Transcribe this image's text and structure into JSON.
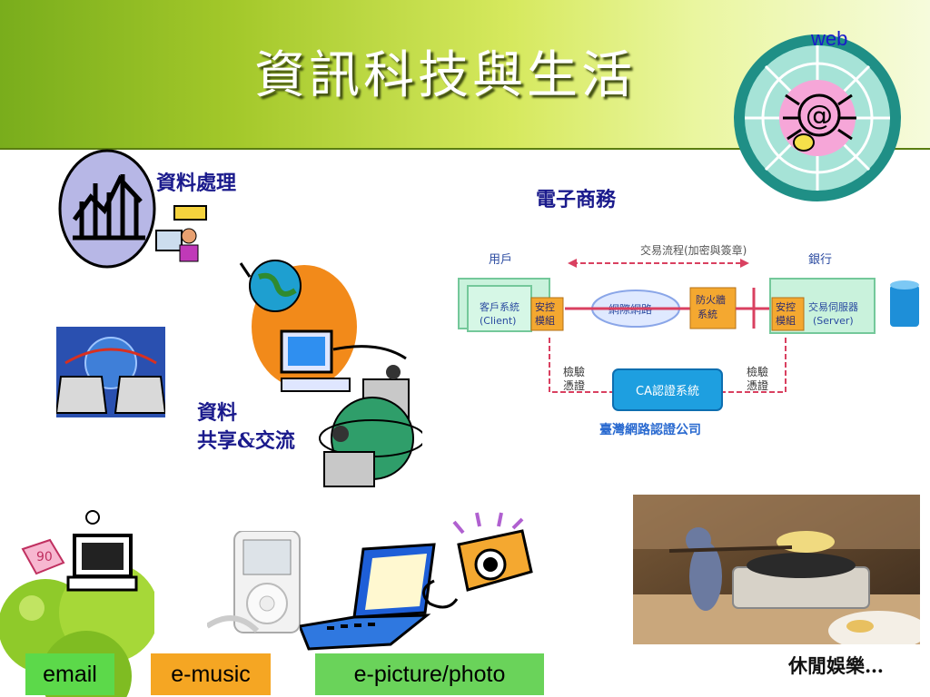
{
  "slide": {
    "title": "資訊科技與生活",
    "web_label": "web",
    "data_processing": "資料處理",
    "ecommerce": "電子商務",
    "sharing_line1": "資料",
    "sharing_line2": "共享&交流",
    "leisure": "休閒娛樂…"
  },
  "diagram": {
    "flow": "交易流程(加密與簽章)",
    "user": "用戶",
    "bank": "銀行",
    "client_sys": "客戶系統",
    "client_en": "(Client)",
    "security1": "安控",
    "security2": "模組",
    "internet": "網際網路",
    "firewall1": "防火牆",
    "firewall2": "系統",
    "server_sys": "交易伺服器",
    "server_en": "(Server)",
    "verify1": "檢驗",
    "verify2": "憑證",
    "ca": "CA認證系統",
    "ca_company": "臺灣網路認證公司"
  },
  "labels": {
    "email": "email",
    "music": "e-music",
    "photo": "e-picture/photo"
  },
  "colors": {
    "label_blue": "#1a1a8c",
    "email_box": "#5cd94a",
    "music_box": "#f5a623",
    "photo_box": "#6ad35a"
  }
}
